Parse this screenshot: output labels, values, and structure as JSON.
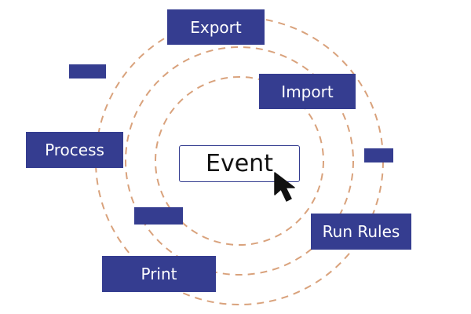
{
  "colors": {
    "box": "#353d90",
    "ring": "#d9a27c",
    "event_border": "#353d90"
  },
  "center": {
    "label": "Event"
  },
  "nodes": {
    "export": "Export",
    "import": "Import",
    "process": "Process",
    "run_rules": "Run Rules",
    "print": "Print"
  },
  "icons": {
    "cursor": "mouse-pointer-icon"
  }
}
